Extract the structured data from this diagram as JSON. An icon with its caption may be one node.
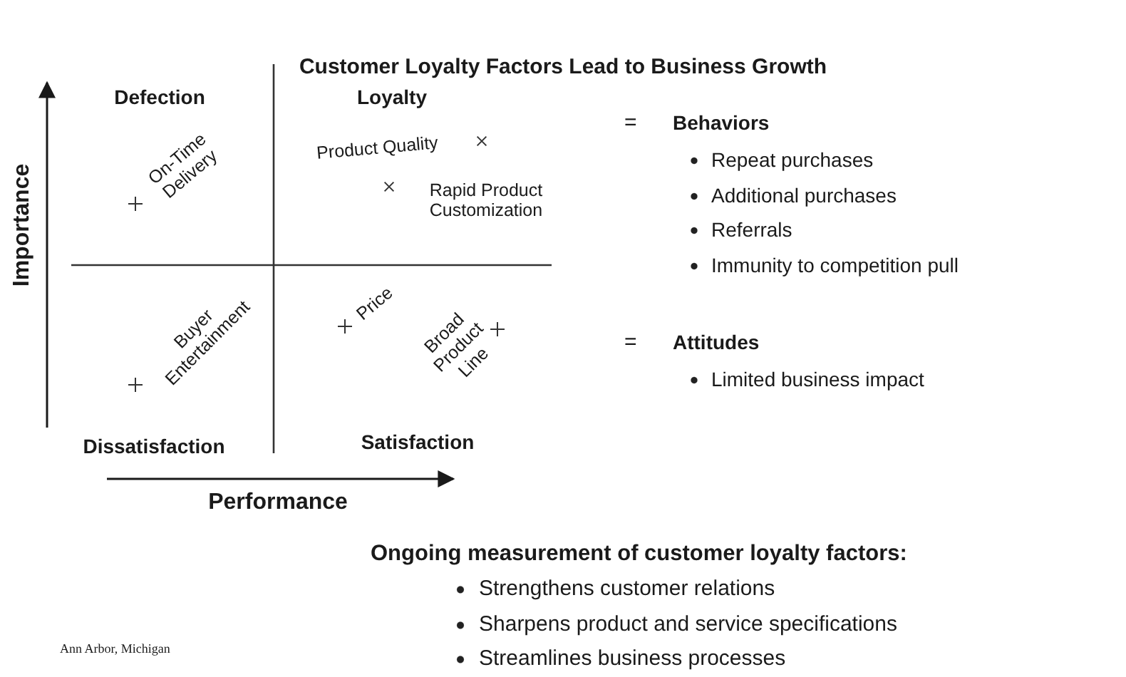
{
  "diagram": {
    "title": "Customer Loyalty Factors Lead to Business Growth",
    "labels": [
      "Defection",
      "Loyalty",
      "Importance",
      "On-Time Delivery",
      "Product Quality",
      "Rapid Product Customization",
      "=",
      "Behaviors",
      "Repeat purchases",
      "Additional purchases",
      "Referrals",
      "Immunity to competition pull",
      "Buyer Entertainment",
      "Price",
      "Broad Product Line",
      "=",
      "Attitudes",
      "Limited business impact",
      "Dissatisfaction",
      "Satisfaction",
      "Performance",
      "Ongoing measurement of customer loyalty factors:",
      "Strengthens customer relations",
      "Sharpens product and service specifications",
      "Streamlines business processes",
      "Ann Arbor, Michigan"
    ]
  }
}
